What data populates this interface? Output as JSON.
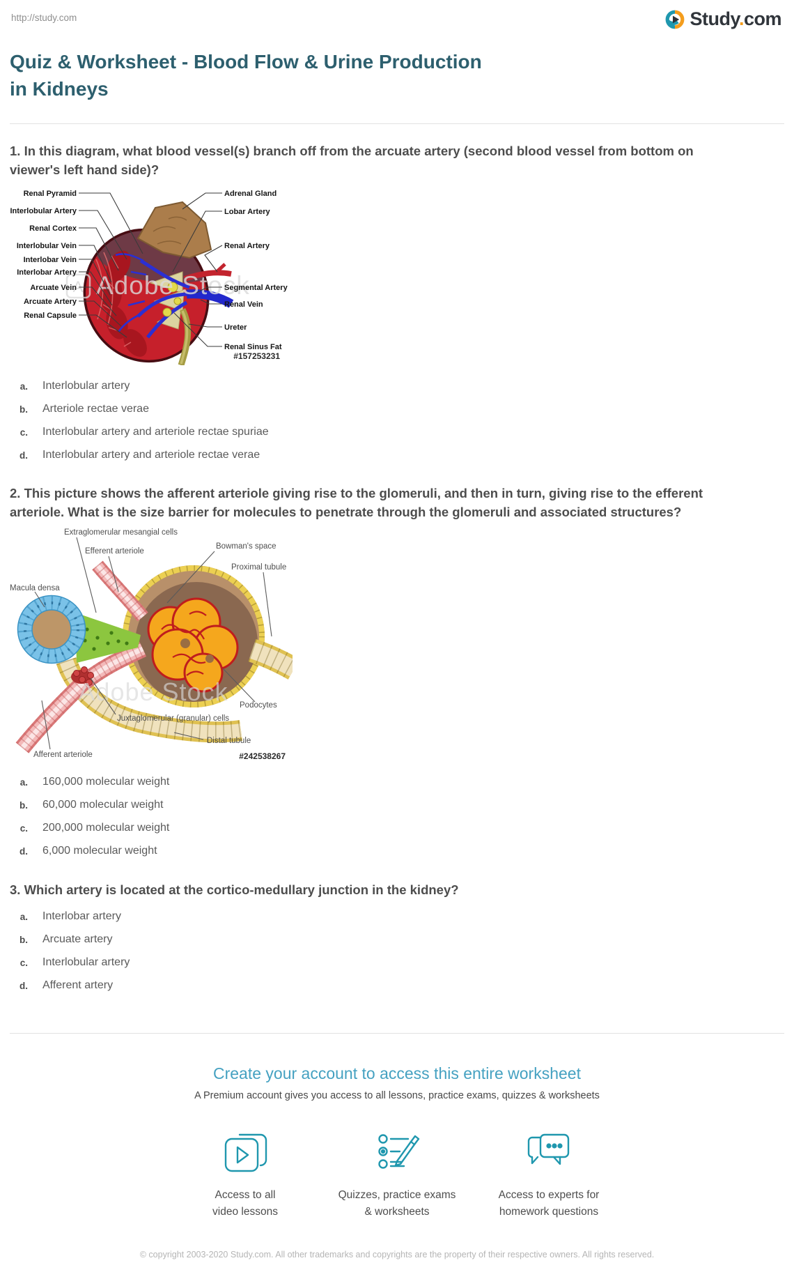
{
  "header": {
    "url": "http://study.com",
    "logo": {
      "study": "Study",
      "dot": ".",
      "com": "com"
    }
  },
  "title": "Quiz & Worksheet - Blood Flow & Urine Production in Kidneys",
  "q1": {
    "text": "1. In this diagram, what blood vessel(s) branch off from the arcuate artery (second blood vessel from bottom on viewer's left hand side)?",
    "options": [
      {
        "letter": "a.",
        "text": "Interlobular artery"
      },
      {
        "letter": "b.",
        "text": "Arteriole rectae verae"
      },
      {
        "letter": "c.",
        "text": "Interlobular artery and arteriole rectae spuriae"
      },
      {
        "letter": "d.",
        "text": "Interlobular artery and arteriole rectae verae"
      }
    ],
    "figure": {
      "watermark": "Adobe Stock",
      "watermark_badge": "A",
      "stock_id": "#157253231",
      "left_labels": [
        "Renal Pyramid",
        "Interlobular Artery",
        "Renal Cortex",
        "Interlobular Vein",
        "Interlobar Vein",
        "Interlobar Artery",
        "Arcuate Vein",
        "Arcuate Artery",
        "Renal Capsule"
      ],
      "right_labels": [
        "Adrenal Gland",
        "Lobar Artery",
        "Renal Artery",
        "Segmental Artery",
        "Renal Vein",
        "Ureter",
        "Renal Sinus Fat"
      ]
    }
  },
  "q2": {
    "text": "2. This picture shows the afferent arteriole giving rise to the glomeruli, and then in turn, giving rise to the efferent arteriole. What is the size barrier for molecules to penetrate through the glomeruli and associated structures?",
    "options": [
      {
        "letter": "a.",
        "text": "160,000 molecular weight"
      },
      {
        "letter": "b.",
        "text": "60,000 molecular weight"
      },
      {
        "letter": "c.",
        "text": "200,000 molecular weight"
      },
      {
        "letter": "d.",
        "text": "6,000 molecular weight"
      }
    ],
    "figure": {
      "watermark": "Adobe Stock",
      "stock_id": "#242538267",
      "labels": {
        "extraglomerular": "Extraglomerular mesangial cells",
        "efferent": "Efferent arteriole",
        "bowmans": "Bowman's space",
        "proximal": "Proximal tubule",
        "macula": "Macula densa",
        "juxtaglomerular": "Juxtaglomerular (granular) cells",
        "podocytes": "Podocytes",
        "distal": "Distal tubule",
        "afferent": "Afferent arteriole"
      }
    }
  },
  "q3": {
    "text": "3. Which artery is located at the cortico-medullary junction in the kidney?",
    "options": [
      {
        "letter": "a.",
        "text": "Interlobar artery"
      },
      {
        "letter": "b.",
        "text": "Arcuate artery"
      },
      {
        "letter": "c.",
        "text": "Interlobular artery"
      },
      {
        "letter": "d.",
        "text": "Afferent artery"
      }
    ]
  },
  "cta": {
    "heading": "Create your account to access this entire worksheet",
    "subheading": "A Premium account gives you access to all lessons, practice exams, quizzes & worksheets",
    "features": [
      {
        "icon": "video-play-icon",
        "label_lines": [
          "Access to all",
          "video lessons"
        ]
      },
      {
        "icon": "quiz-pencil-icon",
        "label_lines": [
          "Quizzes, practice exams",
          "& worksheets"
        ]
      },
      {
        "icon": "chat-bubbles-icon",
        "label_lines": [
          "Access to experts for",
          "homework questions"
        ]
      }
    ],
    "copyright": "© copyright 2003-2020 Study.com. All other trademarks and copyrights are the property of their respective owners. All rights reserved."
  },
  "colors": {
    "brand_teal": "#1f97ae",
    "title_teal": "#2d5f6e",
    "cta_blue": "#45a1c1",
    "logo_orange": "#f49d1d"
  }
}
